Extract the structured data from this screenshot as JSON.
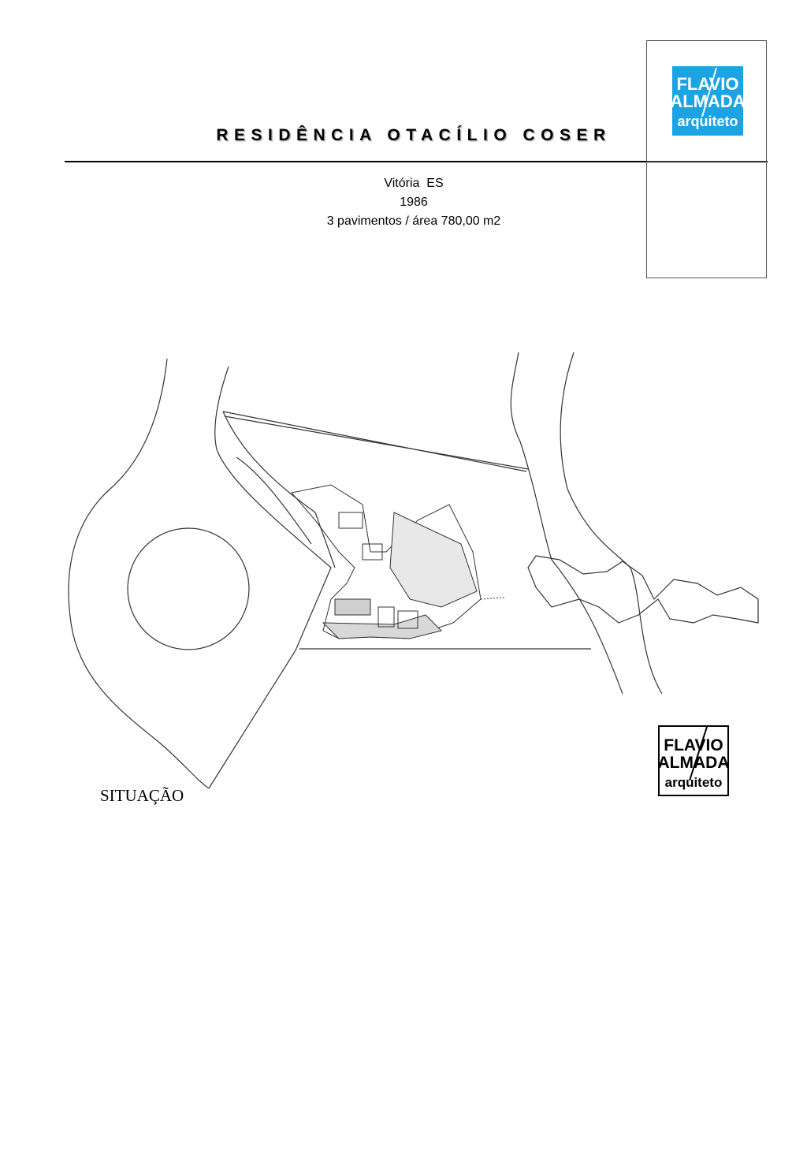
{
  "document": {
    "title": "RESIDÊNCIA OTACÍLIO COSER",
    "location": "Vitória  ES",
    "year": "1986",
    "details": "3 pavimentos / área 780,00 m2",
    "drawing_caption": "SITUAÇÃO"
  },
  "logos": {
    "header_logo": {
      "line1": "FLAVIO",
      "line2": "ALMADA",
      "line3": "arquiteto",
      "background": "#1ba3e4",
      "foreground": "#ffffff"
    },
    "stamp_logo": {
      "line1": "FLAVIO",
      "line2": "ALMADA",
      "line3": "arquiteto",
      "background": "#ffffff",
      "foreground": "#000000"
    }
  },
  "drawing": {
    "type": "site-plan",
    "line_color": "#333333"
  }
}
